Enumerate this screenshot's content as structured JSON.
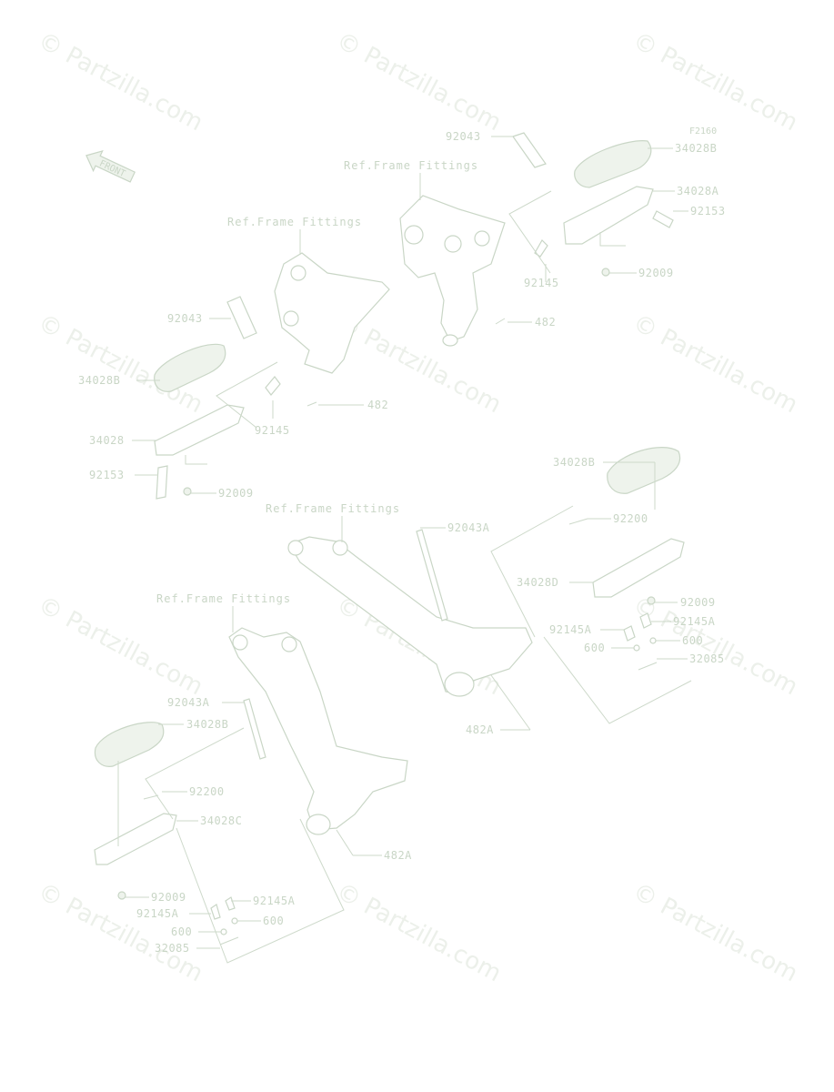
{
  "diagram": {
    "code": "F2160",
    "front_arrow": "FRONT",
    "watermark": "© Partzilla.com",
    "ref_labels": [
      "Ref.Frame Fittings",
      "Ref.Frame Fittings",
      "Ref.Frame Fittings",
      "Ref.Frame Fittings"
    ],
    "part_labels": [
      "92043",
      "34028B",
      "34028A",
      "92153",
      "92145",
      "92009",
      "482",
      "92043",
      "34028B",
      "92145",
      "482",
      "34028",
      "92153",
      "92009",
      "34028B",
      "92200",
      "92043A",
      "34028D",
      "92009",
      "92145A",
      "92145A",
      "600",
      "600",
      "32085",
      "482A",
      "92043A",
      "34028B",
      "92200",
      "34028C",
      "482A",
      "92009",
      "92145A",
      "92145A",
      "600",
      "600",
      "32085"
    ]
  }
}
